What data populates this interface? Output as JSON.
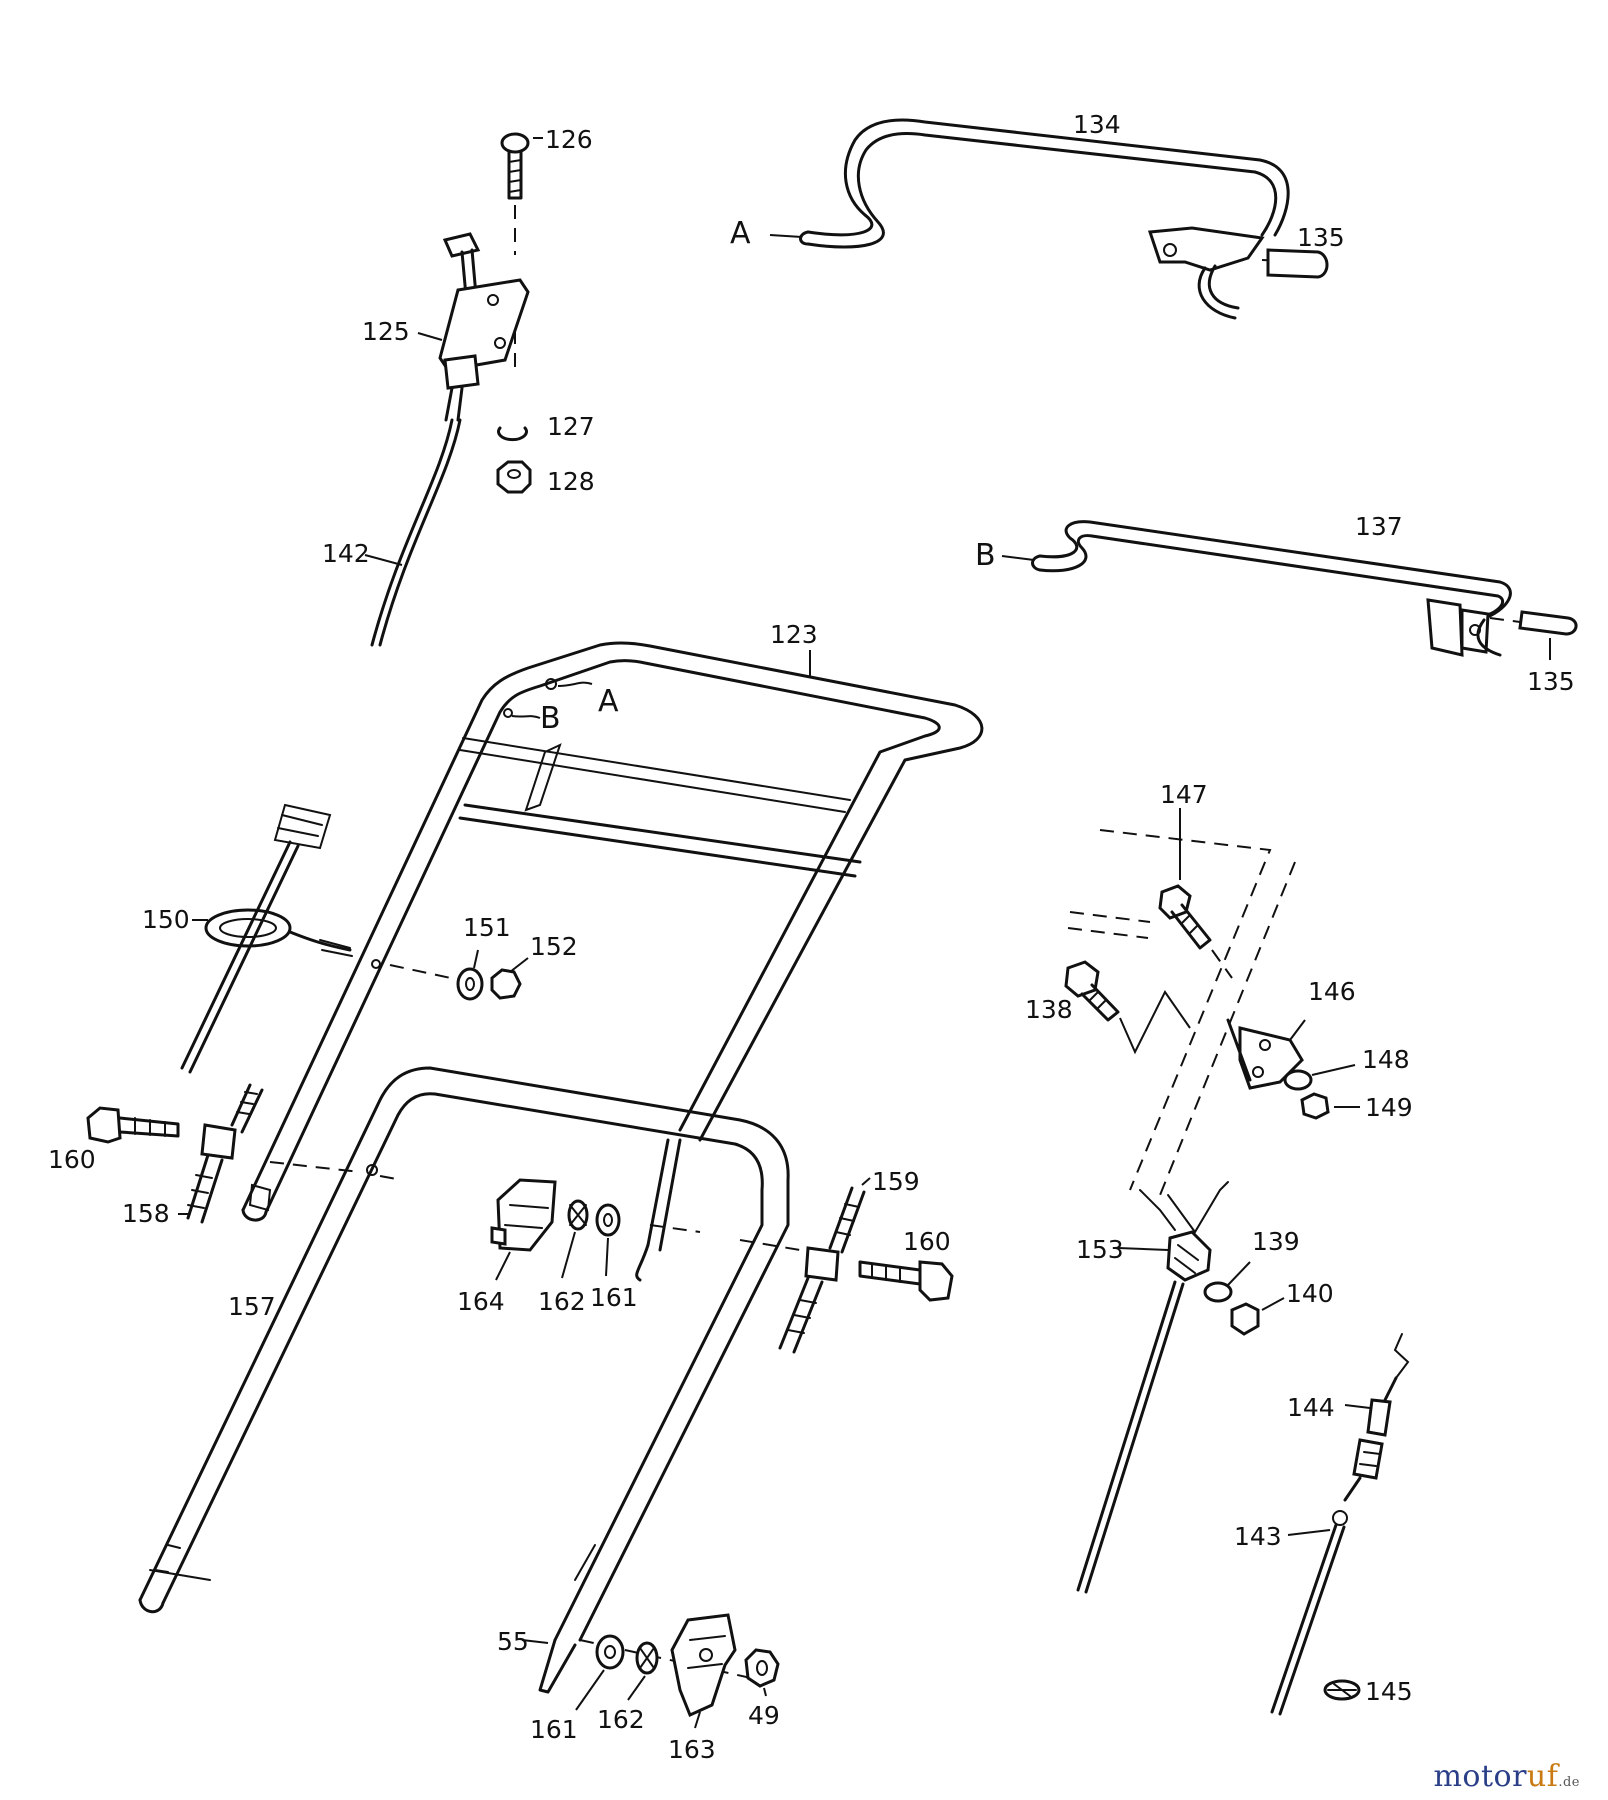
{
  "callouts": {
    "p126": "126",
    "p125": "125",
    "p127": "127",
    "p128": "128",
    "p142": "142",
    "p134": "134",
    "p135a": "135",
    "p137": "137",
    "p135b": "135",
    "p123": "123",
    "p150": "150",
    "p151": "151",
    "p152": "152",
    "p147": "147",
    "p138": "138",
    "p146": "146",
    "p148": "148",
    "p149": "149",
    "p160a": "160",
    "p158": "158",
    "p159": "159",
    "p160b": "160",
    "p164": "164",
    "p162a": "162",
    "p161a": "161",
    "p157": "157",
    "p153": "153",
    "p139": "139",
    "p140": "140",
    "p144": "144",
    "p143": "143",
    "p55": "55",
    "p161b": "161",
    "p162b": "162",
    "p163": "163",
    "p49": "49",
    "p145": "145"
  },
  "connectors": {
    "a1": "A",
    "b1": "B",
    "a2": "A",
    "b2": "B"
  },
  "watermark": {
    "part1": "motor",
    "part2": "uf",
    "part3": ".de"
  }
}
